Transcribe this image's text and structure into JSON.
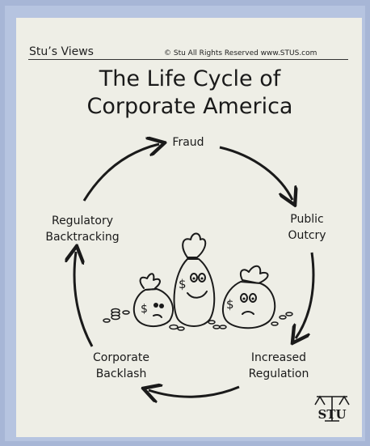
{
  "header": {
    "brand": "Stu’s Views",
    "copyright": "© Stu  All Rights Reserved  www.STUS.com"
  },
  "title": {
    "line1": "The Life Cycle of",
    "line2": "Corporate America"
  },
  "cycle": {
    "stage1": "Fraud",
    "stage2_line1": "Public",
    "stage2_line2": "Outcry",
    "stage3_line1": "Increased",
    "stage3_line2": "Regulation",
    "stage4_line1": "Corporate",
    "stage4_line2": "Backlash",
    "stage5_line1": "Regulatory",
    "stage5_line2": "Backtracking"
  },
  "logo": {
    "text": "STU"
  },
  "colors": {
    "outer_frame": "#a7b6d6",
    "panel_background": "#eeeee6",
    "ink": "#1a1a1a"
  }
}
